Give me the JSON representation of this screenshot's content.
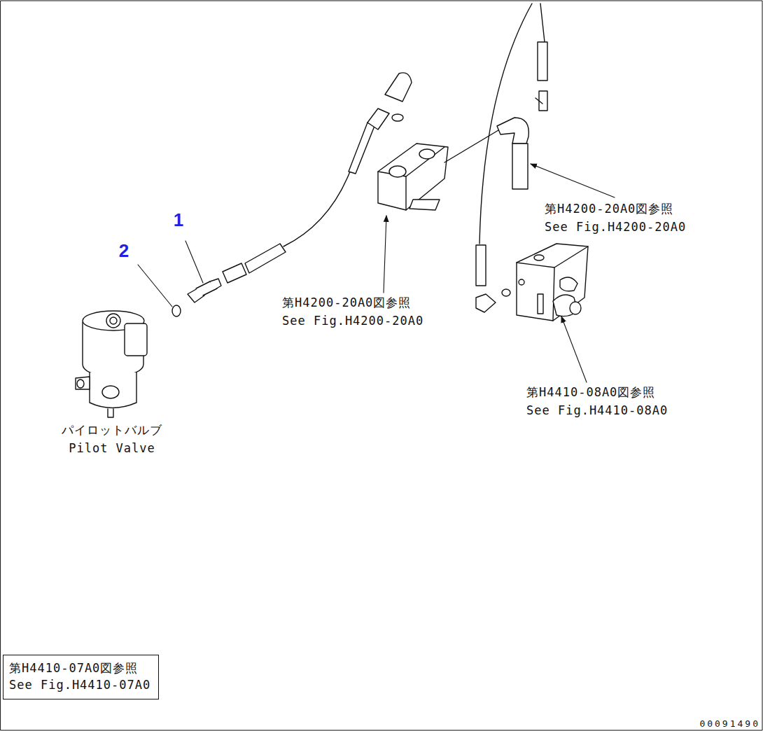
{
  "diagram": {
    "nodes": [
      {
        "text": [
          "第H4410-07A0図参照",
          "See Fig.H4410-07A0"
        ]
      }
    ],
    "labels": [
      "1",
      "2",
      "第H4200-20A0図参照",
      "See Fig.H4200-20A0",
      "第H4200-20A0図参照",
      "See Fig.H4200-20A0",
      "第H4410-08A0図参照",
      "See Fig.H4410-08A0",
      "パイロットバルブ",
      "Pilot Valve",
      "00091490"
    ]
  }
}
